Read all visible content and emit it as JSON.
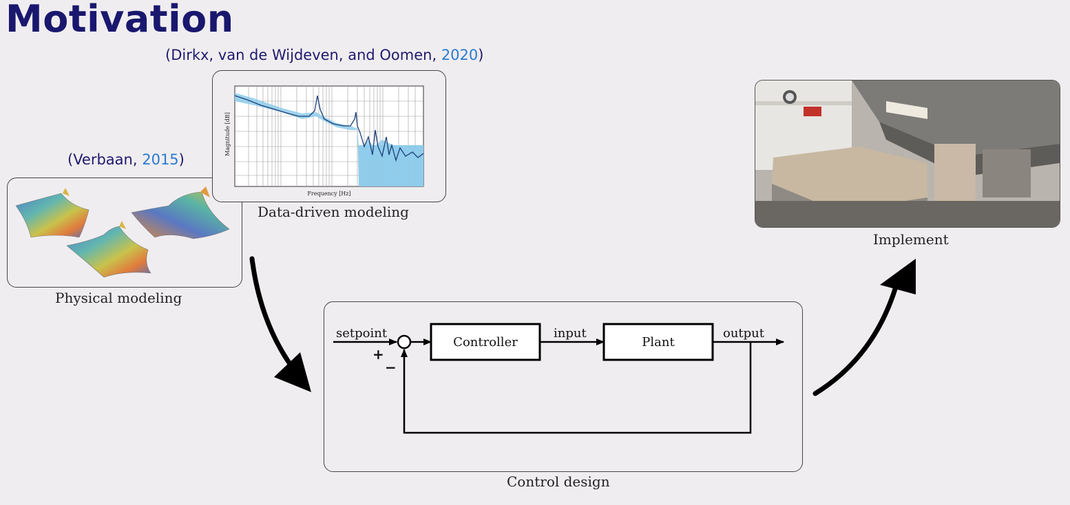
{
  "slide": {
    "title": "Motivation"
  },
  "citations": {
    "dirkx": {
      "authors": "(Dirkx, van de Wijdeven, and Oomen, ",
      "year": "2020",
      "close": ")"
    },
    "verbaan": {
      "authors": "(Verbaan, ",
      "year": "2015",
      "close": ")"
    }
  },
  "captions": {
    "physical": "Physical modeling",
    "data_driven": "Data-driven modeling",
    "control": "Control design",
    "implement": "Implement"
  },
  "fr_plot": {
    "xlabel": "Frequency [Hz]",
    "ylabel": "Magnitude [dB]"
  },
  "block_diagram": {
    "setpoint": "setpoint",
    "plus": "+",
    "minus": "−",
    "controller": "Controller",
    "input": "input",
    "plant": "Plant",
    "output": "output"
  },
  "colors": {
    "title": "#19186e",
    "citation_year": "#2a7bd0",
    "band": "#8ecbea",
    "curve": "#1a3e78"
  }
}
